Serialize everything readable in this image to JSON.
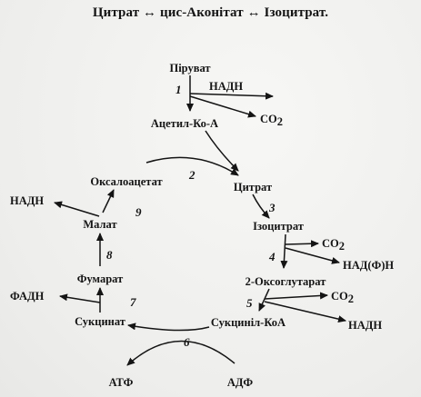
{
  "header": {
    "equation": "Цитрат ↔ цис-Аконітат ↔ Ізоцитрат."
  },
  "diagram": {
    "metabolites": {
      "pyruvate": "Піруват",
      "acetyl_coa": "Ацетил-Ко-А",
      "citrate": "Цитрат",
      "isocitrate": "Ізоцитрат",
      "oxoglutarate": "2-Оксоглутарат",
      "succinyl_coa": "Сукциніл-КоА",
      "succinate": "Сукцинат",
      "fumarate": "Фумарат",
      "malate": "Малат",
      "oxaloacetate": "Оксалоацетат"
    },
    "byproducts": {
      "nadh_1": "НАДН",
      "co2_1": "CO",
      "co2_1_sub": "2",
      "co2_4": "CO",
      "co2_4_sub": "2",
      "nadph_4": "НАД(Ф)Н",
      "co2_5": "CO",
      "co2_5_sub": "2",
      "nadh_5": "НАДН",
      "fadh_7": "ФАДН",
      "nadh_9": "НАДН",
      "atp": "АТФ",
      "adp": "АДФ"
    },
    "steps": [
      "1",
      "2",
      "3",
      "4",
      "5",
      "6",
      "7",
      "8",
      "9"
    ]
  }
}
